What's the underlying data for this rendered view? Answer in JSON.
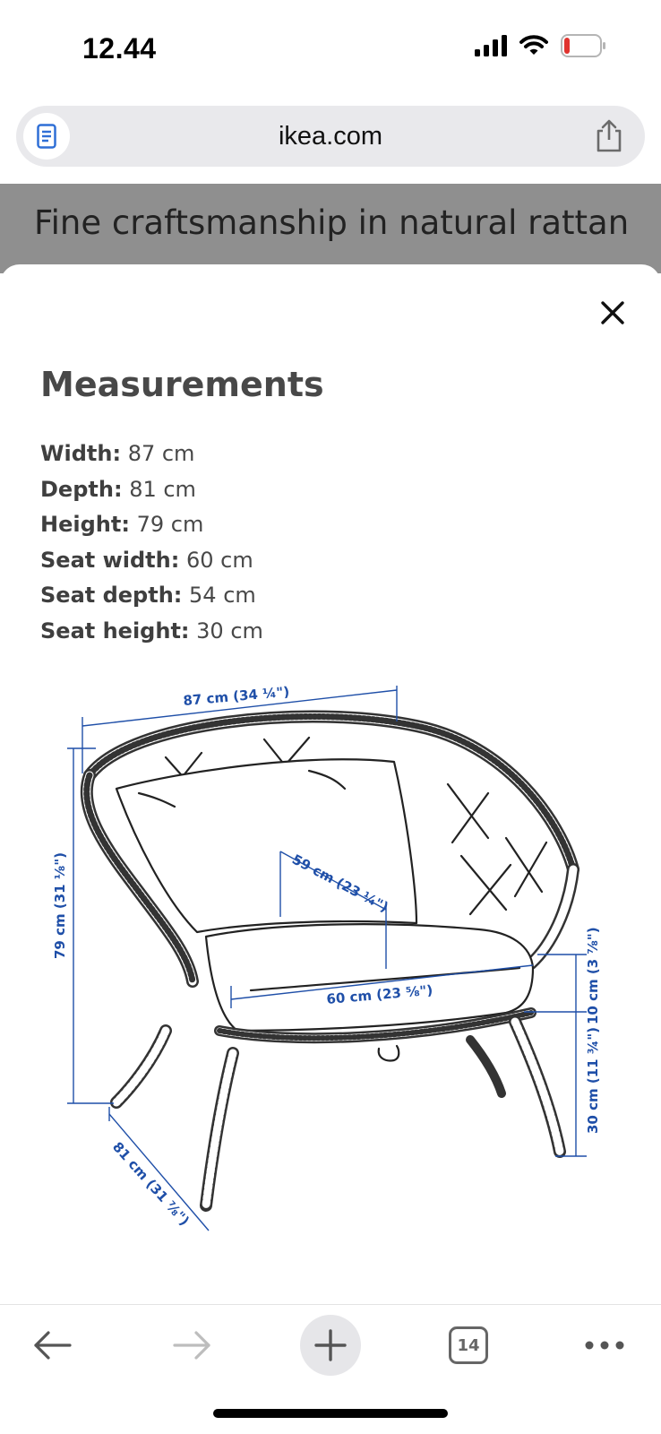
{
  "status": {
    "time": "12.44"
  },
  "browser": {
    "url": "ikea.com",
    "tab_count": "14"
  },
  "page": {
    "headline": "Fine craftsmanship in natural rattan"
  },
  "sheet": {
    "title": "Measurements",
    "measurements": [
      {
        "label": "Width:",
        "value": "87 cm"
      },
      {
        "label": "Depth:",
        "value": "81 cm"
      },
      {
        "label": "Height:",
        "value": "79 cm"
      },
      {
        "label": "Seat width:",
        "value": "60 cm"
      },
      {
        "label": "Seat depth:",
        "value": "54 cm"
      },
      {
        "label": "Seat height:",
        "value": "30 cm"
      }
    ],
    "diagram": {
      "width_label": "87 cm (34 ¼\")",
      "height_label": "79 cm (31 ⅛\")",
      "depth_label": "81 cm (31 ⅞\")",
      "seat_depth_label": "59 cm (23 ¼\")",
      "seat_width_label": "60 cm (23 ⅝\")",
      "cushion_label": "10 cm (3 ⅞\")",
      "seat_height_label": "30 cm (11 ¾\")"
    }
  },
  "colors": {
    "dimension_blue": "#1f4fa8",
    "battery_low": "#e0332f",
    "overlay_gray": "#8f8f8f"
  },
  "icons": {
    "reader": "reader-icon",
    "share": "share-icon",
    "close": "close-icon",
    "back": "back-arrow-icon",
    "forward": "forward-arrow-icon",
    "new_tab": "plus-icon",
    "tabs": "tabs-icon",
    "more": "more-icon"
  }
}
